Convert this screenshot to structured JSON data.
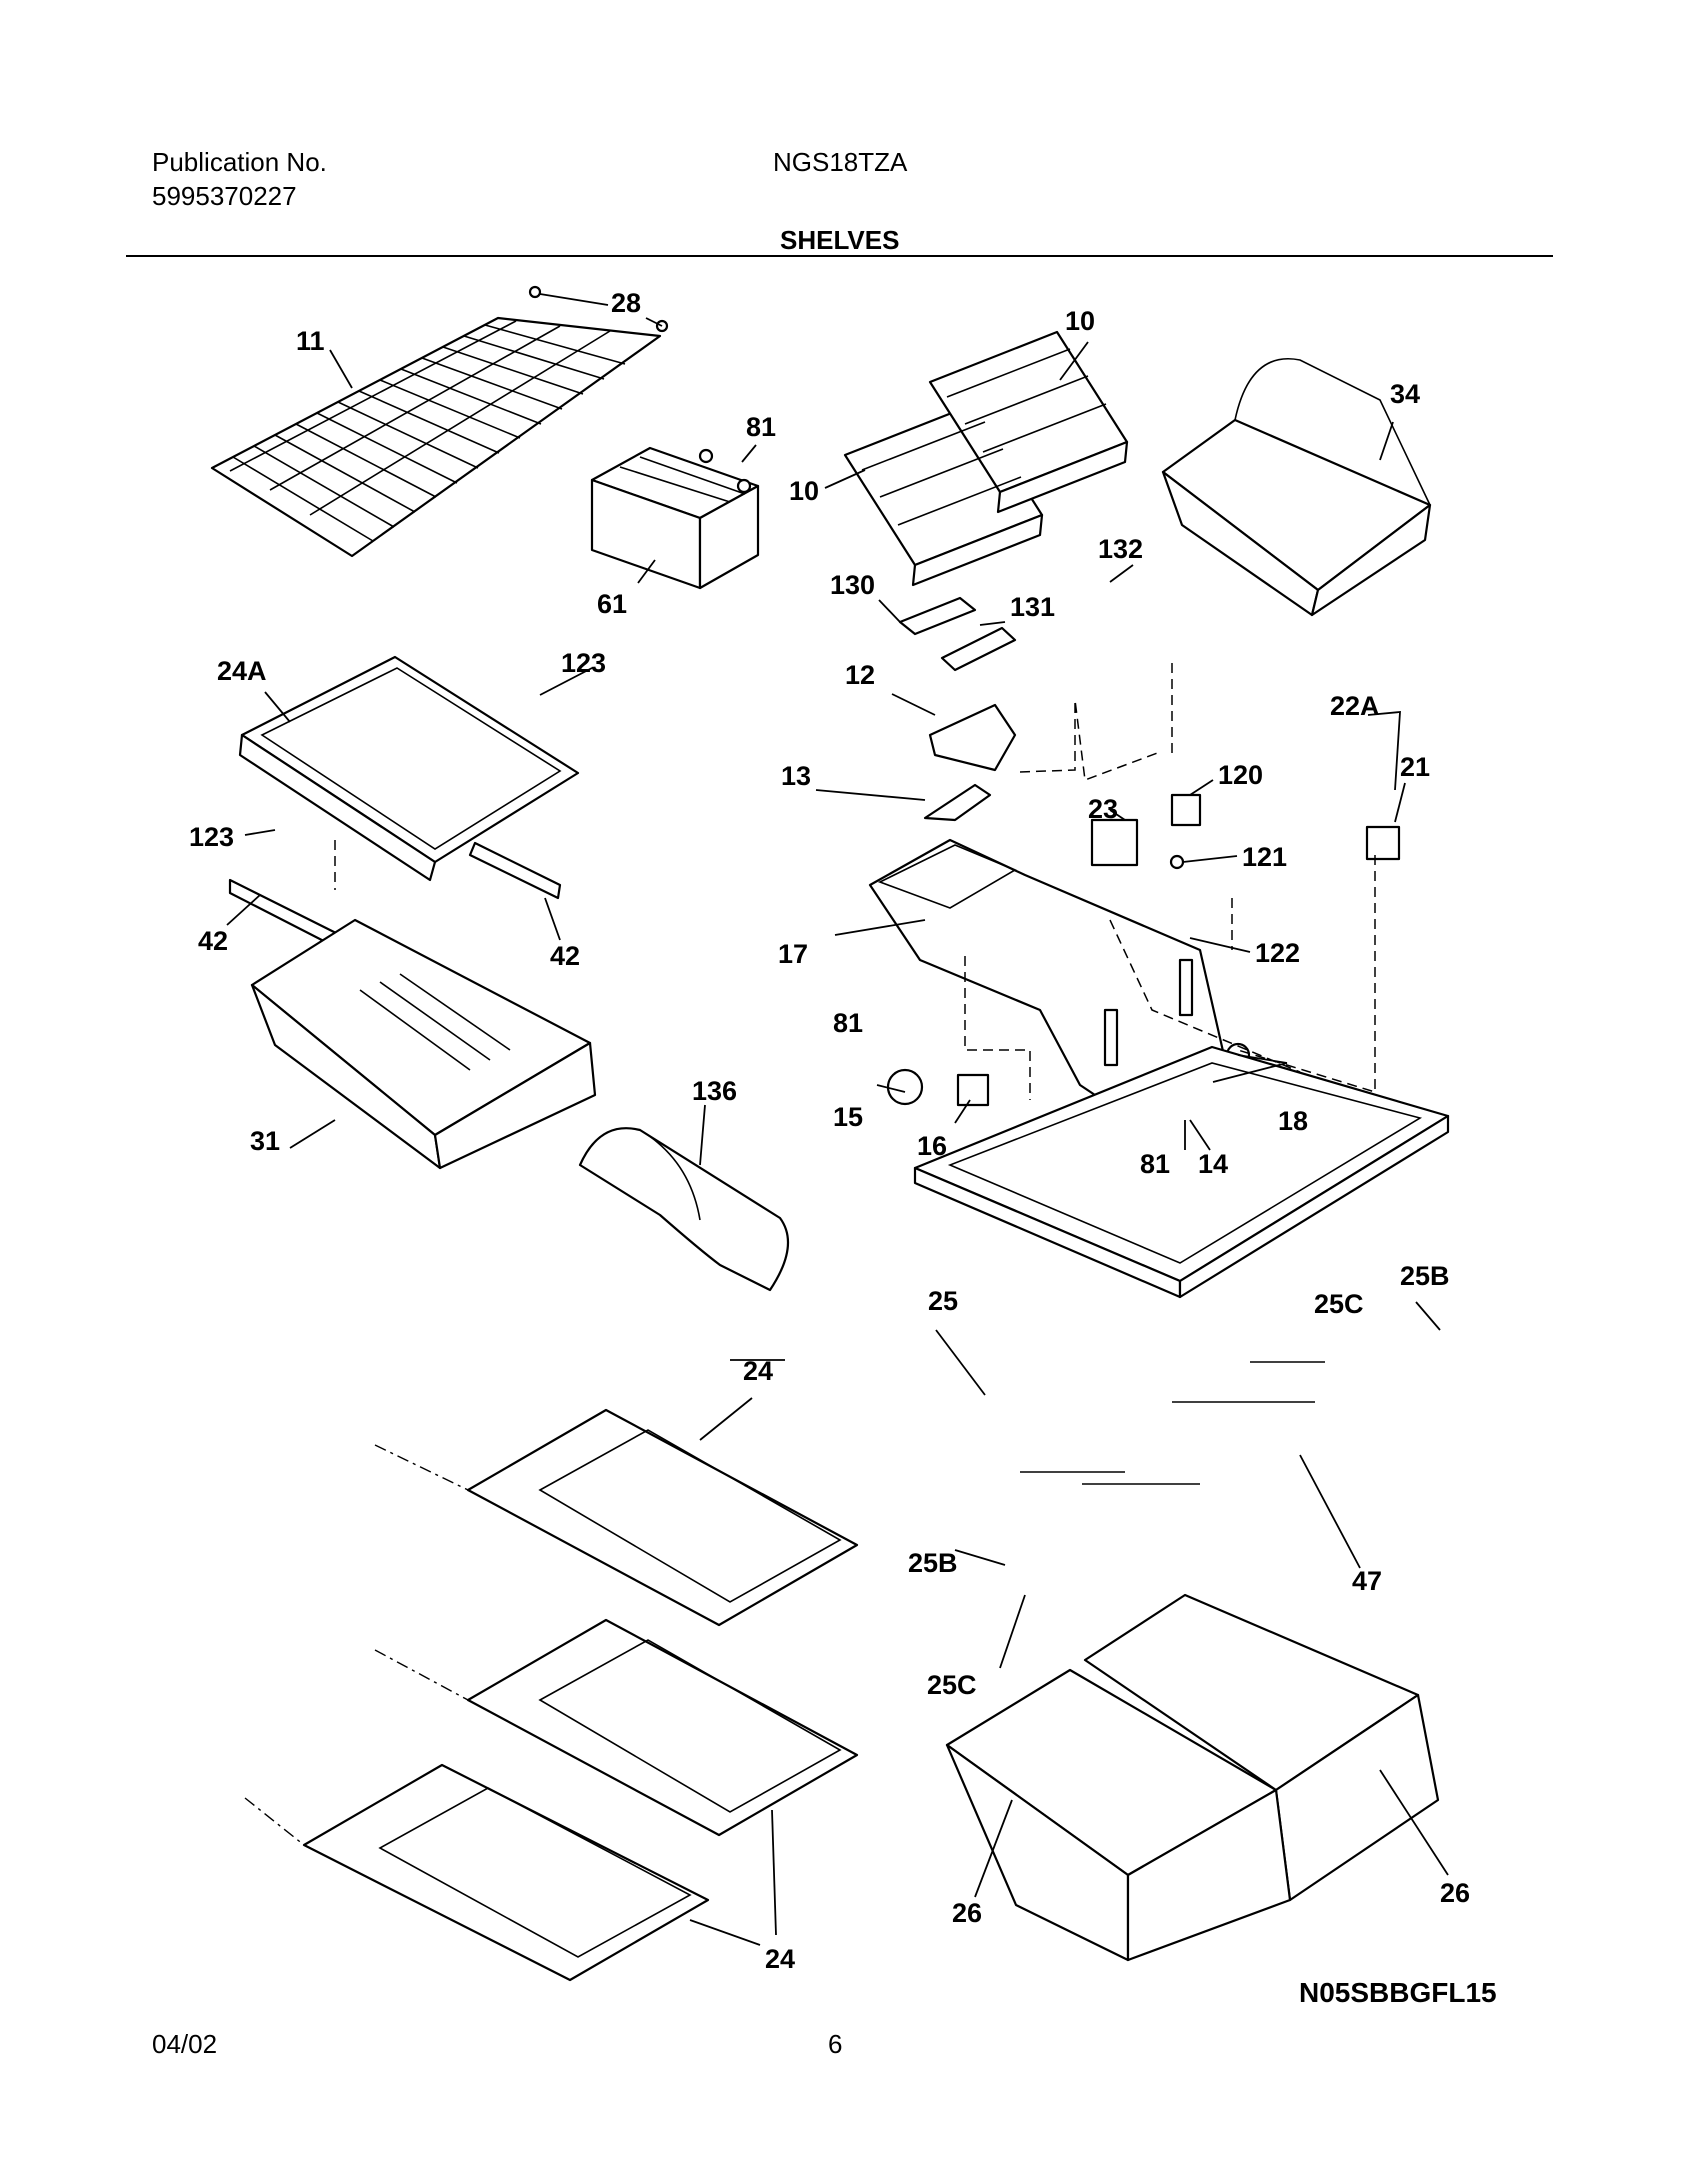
{
  "header": {
    "publication_label": "Publication No.",
    "publication_number": "5995370227",
    "model": "NGS18TZA",
    "section": "SHELVES"
  },
  "footer": {
    "date": "04/02",
    "page": "6"
  },
  "diagram": {
    "code": "N05SBBGFL15",
    "callouts": [
      "28",
      "11",
      "10",
      "10",
      "34",
      "81",
      "61",
      "132",
      "130",
      "131",
      "24A",
      "123",
      "123",
      "12",
      "22A",
      "21",
      "13",
      "120",
      "23",
      "121",
      "42",
      "42",
      "17",
      "122",
      "81",
      "15",
      "16",
      "18",
      "81",
      "14",
      "31",
      "136",
      "25B",
      "25",
      "25C",
      "24",
      "47",
      "25B",
      "25C",
      "26",
      "26",
      "24"
    ]
  }
}
